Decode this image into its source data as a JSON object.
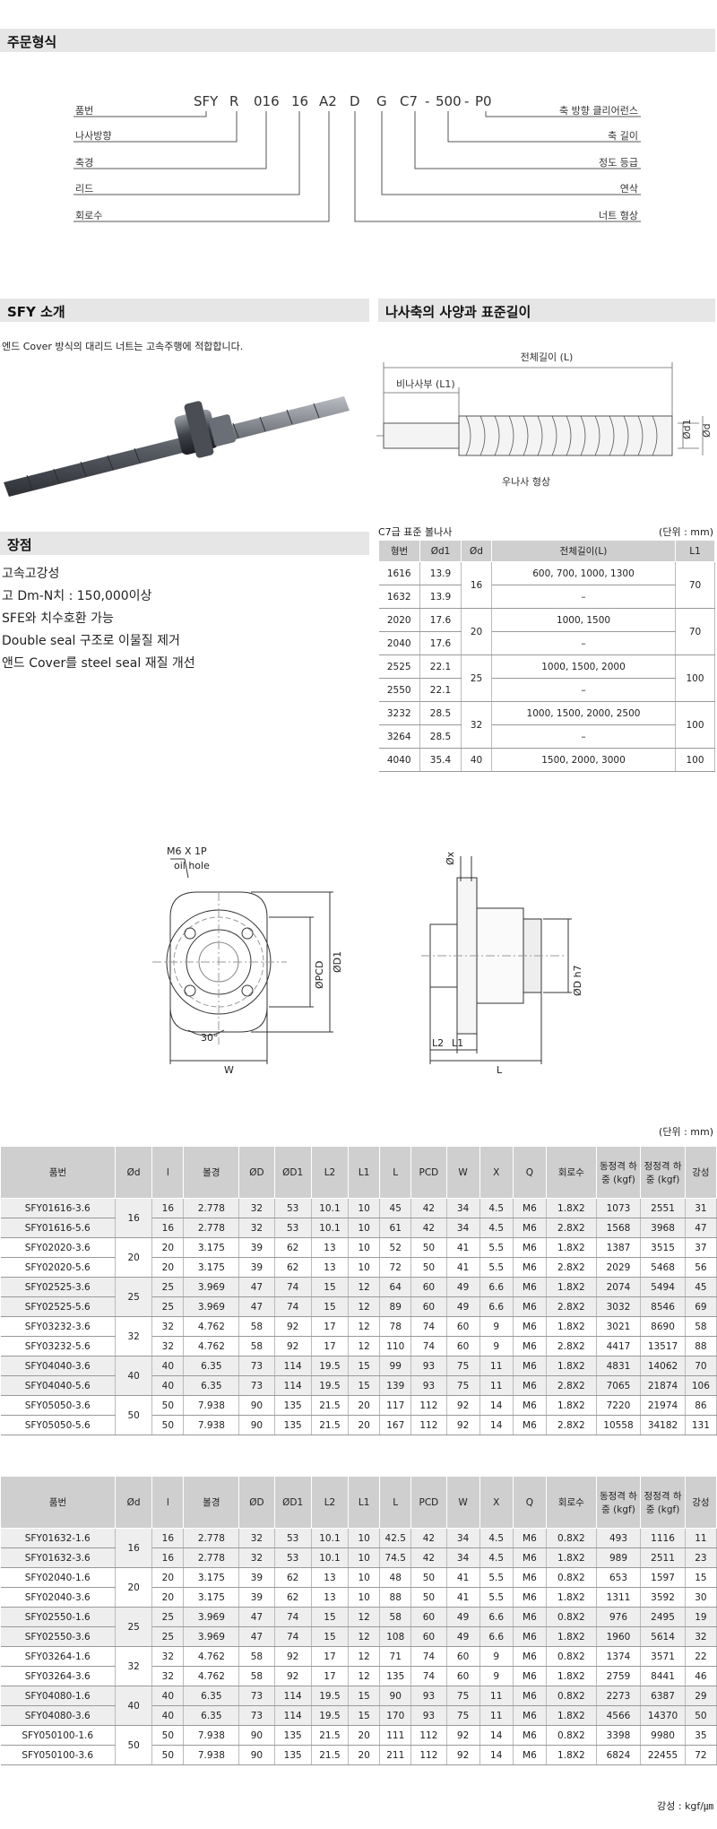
{
  "order": {
    "title": "주문형식",
    "code_parts": [
      "SFY",
      "R",
      "016",
      "16",
      "A2",
      "D",
      "G",
      "C7",
      "-",
      "500",
      "-",
      "P0"
    ],
    "left_labels": [
      "품번",
      "나사방향",
      "축경",
      "리드",
      "회로수"
    ],
    "right_labels": [
      "축 방향 클리어런스",
      "축 길이",
      "정도 등급",
      "연삭",
      "너트 형상"
    ]
  },
  "intro": {
    "title": "SFY 소개",
    "desc": "엔드 Cover 방식의 대리드 너트는 고속주행에 적합합니다."
  },
  "shaft": {
    "title": "나사축의 사양과 표준길이",
    "total_len": "전체길이 (L)",
    "thread_len": "비나사부 (L1)",
    "d1": "Ød1",
    "d": "Ød",
    "caption": "우나사 형상"
  },
  "features": {
    "title": "장점",
    "items": [
      "고속고강성",
      "고 Dm-N치 : 150,000이상",
      "SFE와 치수호환 가능",
      "Double seal 구조로 이물질 제거",
      "앤드 Cover를 steel seal 재질 개선"
    ]
  },
  "std_table": {
    "caption": "C7급 표준 볼나사",
    "unit": "(단위 : mm)",
    "headers": [
      "형번",
      "Ød1",
      "Ød",
      "전체길이(L)",
      "L1"
    ],
    "rows": [
      [
        "1616",
        "13.9",
        "16",
        "600, 700, 1000, 1300",
        "70"
      ],
      [
        "1632",
        "13.9",
        "",
        "–",
        ""
      ],
      [
        "2020",
        "17.6",
        "20",
        "1000, 1500",
        "70"
      ],
      [
        "2040",
        "17.6",
        "",
        "–",
        ""
      ],
      [
        "2525",
        "22.1",
        "25",
        "1000, 1500, 2000",
        "100"
      ],
      [
        "2550",
        "22.1",
        "",
        "–",
        ""
      ],
      [
        "3232",
        "28.5",
        "32",
        "1000, 1500, 2000, 2500",
        "100"
      ],
      [
        "3264",
        "28.5",
        "",
        "–",
        ""
      ],
      [
        "4040",
        "35.4",
        "40",
        "1500, 2000, 3000",
        "100"
      ]
    ]
  },
  "drawing": {
    "tap": "M6 X 1P",
    "oil": "oil hole",
    "pcd": "ØPCD",
    "d1": "ØD1",
    "angle": "30°",
    "w": "W",
    "x": "Øx",
    "dh7": "ØD h7",
    "l2": "L2",
    "l1": "L1",
    "l": "L"
  },
  "spec": {
    "unit": "(단위 : mm)",
    "headers": [
      "품번",
      "Ød",
      "l",
      "볼경",
      "ØD",
      "ØD1",
      "L2",
      "L1",
      "L",
      "PCD",
      "W",
      "X",
      "Q",
      "회로수",
      "동정격 하중 (kgf)",
      "정정격 하중 (kgf)",
      "강성"
    ],
    "table1": [
      [
        "SFY01616-3.6",
        "16",
        "16",
        "2.778",
        "32",
        "53",
        "10.1",
        "10",
        "45",
        "42",
        "34",
        "4.5",
        "M6",
        "1.8X2",
        "1073",
        "2551",
        "31"
      ],
      [
        "SFY01616-5.6",
        "",
        "16",
        "2.778",
        "32",
        "53",
        "10.1",
        "10",
        "61",
        "42",
        "34",
        "4.5",
        "M6",
        "2.8X2",
        "1568",
        "3968",
        "47"
      ],
      [
        "SFY02020-3.6",
        "20",
        "20",
        "3.175",
        "39",
        "62",
        "13",
        "10",
        "52",
        "50",
        "41",
        "5.5",
        "M6",
        "1.8X2",
        "1387",
        "3515",
        "37"
      ],
      [
        "SFY02020-5.6",
        "",
        "20",
        "3.175",
        "39",
        "62",
        "13",
        "10",
        "72",
        "50",
        "41",
        "5.5",
        "M6",
        "2.8X2",
        "2029",
        "5468",
        "56"
      ],
      [
        "SFY02525-3.6",
        "25",
        "25",
        "3.969",
        "47",
        "74",
        "15",
        "12",
        "64",
        "60",
        "49",
        "6.6",
        "M6",
        "1.8X2",
        "2074",
        "5494",
        "45"
      ],
      [
        "SFY02525-5.6",
        "",
        "25",
        "3.969",
        "47",
        "74",
        "15",
        "12",
        "89",
        "60",
        "49",
        "6.6",
        "M6",
        "2.8X2",
        "3032",
        "8546",
        "69"
      ],
      [
        "SFY03232-3.6",
        "32",
        "32",
        "4.762",
        "58",
        "92",
        "17",
        "12",
        "78",
        "74",
        "60",
        "9",
        "M6",
        "1.8X2",
        "3021",
        "8690",
        "58"
      ],
      [
        "SFY03232-5.6",
        "",
        "32",
        "4.762",
        "58",
        "92",
        "17",
        "12",
        "110",
        "74",
        "60",
        "9",
        "M6",
        "2.8X2",
        "4417",
        "13517",
        "88"
      ],
      [
        "SFY04040-3.6",
        "40",
        "40",
        "6.35",
        "73",
        "114",
        "19.5",
        "15",
        "99",
        "93",
        "75",
        "11",
        "M6",
        "1.8X2",
        "4831",
        "14062",
        "70"
      ],
      [
        "SFY04040-5.6",
        "",
        "40",
        "6.35",
        "73",
        "114",
        "19.5",
        "15",
        "139",
        "93",
        "75",
        "11",
        "M6",
        "2.8X2",
        "7065",
        "21874",
        "106"
      ],
      [
        "SFY05050-3.6",
        "50",
        "50",
        "7.938",
        "90",
        "135",
        "21.5",
        "20",
        "117",
        "112",
        "92",
        "14",
        "M6",
        "1.8X2",
        "7220",
        "21974",
        "86"
      ],
      [
        "SFY05050-5.6",
        "",
        "50",
        "7.938",
        "90",
        "135",
        "21.5",
        "20",
        "167",
        "112",
        "92",
        "14",
        "M6",
        "2.8X2",
        "10558",
        "34182",
        "131"
      ]
    ],
    "table2": [
      [
        "SFY01632-1.6",
        "16",
        "16",
        "2.778",
        "32",
        "53",
        "10.1",
        "10",
        "42.5",
        "42",
        "34",
        "4.5",
        "M6",
        "0.8X2",
        "493",
        "1116",
        "11"
      ],
      [
        "SFY01632-3.6",
        "",
        "16",
        "2.778",
        "32",
        "53",
        "10.1",
        "10",
        "74.5",
        "42",
        "34",
        "4.5",
        "M6",
        "1.8X2",
        "989",
        "2511",
        "23"
      ],
      [
        "SFY02040-1.6",
        "20",
        "20",
        "3.175",
        "39",
        "62",
        "13",
        "10",
        "48",
        "50",
        "41",
        "5.5",
        "M6",
        "0.8X2",
        "653",
        "1597",
        "15"
      ],
      [
        "SFY02040-3.6",
        "",
        "20",
        "3.175",
        "39",
        "62",
        "13",
        "10",
        "88",
        "50",
        "41",
        "5.5",
        "M6",
        "1.8X2",
        "1311",
        "3592",
        "30"
      ],
      [
        "SFY02550-1.6",
        "25",
        "25",
        "3.969",
        "47",
        "74",
        "15",
        "12",
        "58",
        "60",
        "49",
        "6.6",
        "M6",
        "0.8X2",
        "976",
        "2495",
        "19"
      ],
      [
        "SFY02550-3.6",
        "",
        "25",
        "3.969",
        "47",
        "74",
        "15",
        "12",
        "108",
        "60",
        "49",
        "6.6",
        "M6",
        "1.8X2",
        "1960",
        "5614",
        "32"
      ],
      [
        "SFY03264-1.6",
        "32",
        "32",
        "4.762",
        "58",
        "92",
        "17",
        "12",
        "71",
        "74",
        "60",
        "9",
        "M6",
        "0.8X2",
        "1374",
        "3571",
        "22"
      ],
      [
        "SFY03264-3.6",
        "",
        "32",
        "4.762",
        "58",
        "92",
        "17",
        "12",
        "135",
        "74",
        "60",
        "9",
        "M6",
        "1.8X2",
        "2759",
        "8441",
        "46"
      ],
      [
        "SFY04080-1.6",
        "40",
        "40",
        "6.35",
        "73",
        "114",
        "19.5",
        "15",
        "90",
        "93",
        "75",
        "11",
        "M6",
        "0.8X2",
        "2273",
        "6387",
        "29"
      ],
      [
        "SFY04080-3.6",
        "",
        "40",
        "6.35",
        "73",
        "114",
        "19.5",
        "15",
        "170",
        "93",
        "75",
        "11",
        "M6",
        "1.8X2",
        "4566",
        "14370",
        "50"
      ],
      [
        "SFY050100-1.6",
        "50",
        "50",
        "7.938",
        "90",
        "135",
        "21.5",
        "20",
        "111",
        "112",
        "92",
        "14",
        "M6",
        "0.8X2",
        "3398",
        "9980",
        "35"
      ],
      [
        "SFY050100-3.6",
        "",
        "50",
        "7.938",
        "90",
        "135",
        "21.5",
        "20",
        "211",
        "112",
        "92",
        "14",
        "M6",
        "1.8X2",
        "6824",
        "22455",
        "72"
      ]
    ],
    "footer": "강성 : kgf/㎛"
  }
}
